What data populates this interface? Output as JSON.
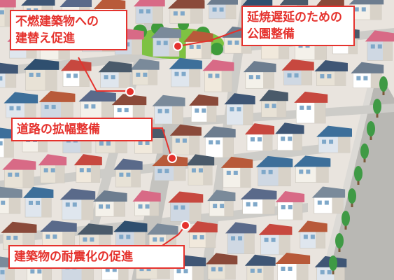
{
  "callouts": {
    "fireproof": {
      "line1": "不燃建築物への",
      "line2": "建替え促進"
    },
    "park": {
      "line1": "延焼遅延のための",
      "line2": "公園整備"
    },
    "road": {
      "line1": "道路の拡幅整備"
    },
    "quake": {
      "line1": "建築物の耐震化の促進"
    }
  },
  "colors": {
    "accent": "#e5322d",
    "ground": "#e9e4de",
    "road": "#b9b8b4",
    "park": "#7ec242"
  }
}
